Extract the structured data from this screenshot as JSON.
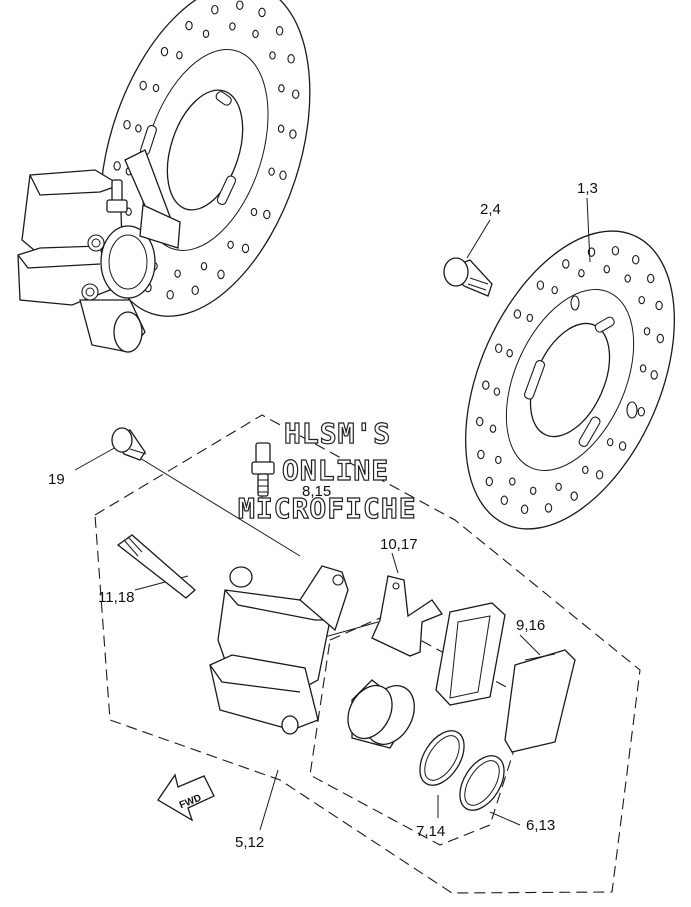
{
  "watermark": {
    "line1": "HLSM'S",
    "line2": "ONLINE",
    "line3": "MICROFICHE"
  },
  "callouts": {
    "c_1_3": "1,3",
    "c_2_4": "2,4",
    "c_19": "19",
    "c_8_15": "8,15",
    "c_10_17": "10,17",
    "c_11_18": "11,18",
    "c_9_16": "9,16",
    "c_5_12": "5,12",
    "c_7_14": "7,14",
    "c_6_13": "6,13"
  },
  "fwd_marker": "FWD"
}
